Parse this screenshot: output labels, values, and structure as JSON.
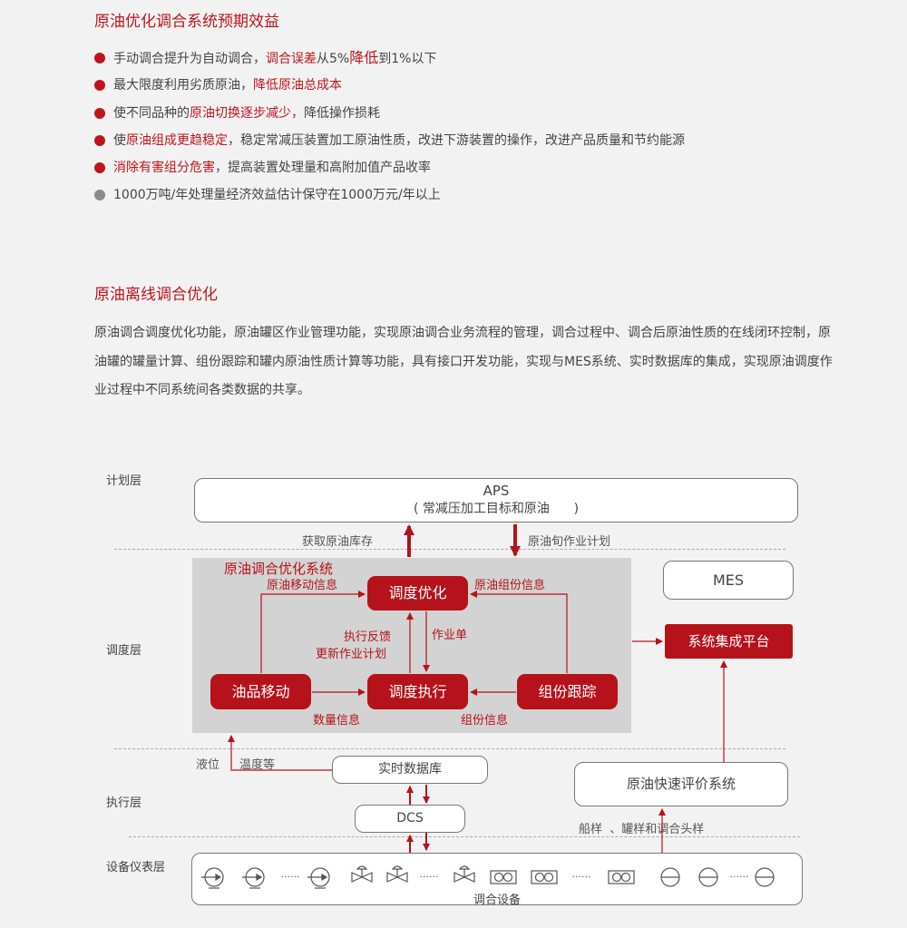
{
  "section1": {
    "title": "原油优化调合系统预期效益",
    "bullets": [
      {
        "color": "red",
        "parts": [
          {
            "t": "手动调合提升为自动调合，"
          },
          {
            "t": "调合误差",
            "h": 1
          },
          {
            "t": "从5%"
          },
          {
            "t": "降低",
            "h": 2
          },
          {
            "t": "到1%以下"
          }
        ]
      },
      {
        "color": "red",
        "parts": [
          {
            "t": "最大限度利用劣质原油，"
          },
          {
            "t": "降低原油总成本",
            "h": 1
          }
        ]
      },
      {
        "color": "red",
        "parts": [
          {
            "t": "使不同品种的"
          },
          {
            "t": "原油切换逐步减少",
            "h": 1
          },
          {
            "t": "，降低操作损耗"
          }
        ]
      },
      {
        "color": "red",
        "parts": [
          {
            "t": "使"
          },
          {
            "t": "原油组成更趋稳定",
            "h": 1
          },
          {
            "t": "，稳定常减压装置加工原油性质，改进下游装置的操作，改进产品质量和节约能源"
          }
        ]
      },
      {
        "color": "red",
        "parts": [
          {
            "t": "消除有害组分危害",
            "h": 1
          },
          {
            "t": "，提高装置处理量和高附加值产品收率"
          }
        ]
      },
      {
        "color": "gray",
        "parts": [
          {
            "t": "1000万吨/年处理量经济效益估计保守在1000万元/年以上"
          }
        ]
      }
    ]
  },
  "section2": {
    "title": "原油离线调合优化",
    "paragraph": "原油调合调度优化功能，原油罐区作业管理功能，实现原油调合业务流程的管理，调合过程中、调合后原油性质的在线闭环控制，原油罐的罐量计算、组份跟踪和罐内原油性质计算等功能，具有接口开发功能，实现与MES系统、实时数据库的集成，实现原油调度作业过程中不同系统间各类数据的共享。"
  },
  "diagram": {
    "layers": {
      "plan": "计划层",
      "schedule": "调度层",
      "exec": "执行层",
      "equip": "设备仪表层"
    },
    "aps": {
      "title": "APS",
      "subtitle": "( 常减压加工目标和原油      )"
    },
    "flows": {
      "get_stock": "获取原油库存",
      "plan_10day": "原油旬作业计划"
    },
    "system_title": "原油调合优化系统",
    "nodes": {
      "opt": "调度优化",
      "exec": "调度执行",
      "move": "油品移动",
      "track": "组份跟踪",
      "platform": "系统集成平台"
    },
    "labels": {
      "move_info": "原油移动信息",
      "comp_info_top": "原油组份信息",
      "feedback": "执行反馈",
      "update_plan": "更新作业计划",
      "work_order": "作业单",
      "qty_info": "数量信息",
      "comp_info_bottom": "组份信息",
      "level": "液位",
      "temp": "温度等",
      "samples": "船样  、罐样和调合头样"
    },
    "mes": "MES",
    "rtdb": "实时数据库",
    "dcs": "DCS",
    "quick_eval": "原油快速评价系统",
    "equipment": {
      "caption": "调合设备",
      "items": [
        "pump-icon",
        "pump-icon",
        "ellipsis",
        "pump-icon",
        "valve-icon",
        "valve-icon",
        "ellipsis",
        "valve-icon",
        "flowmeter-icon",
        "flowmeter-icon",
        "ellipsis",
        "flowmeter-icon",
        "analyzer-icon",
        "analyzer-icon",
        "ellipsis",
        "analyzer-icon"
      ]
    }
  },
  "colors": {
    "accent": "#b5121b",
    "title_red": "#c0141c",
    "text": "#444444",
    "panel_gray": "#d3d3d3",
    "background": "#f2f2f2"
  }
}
